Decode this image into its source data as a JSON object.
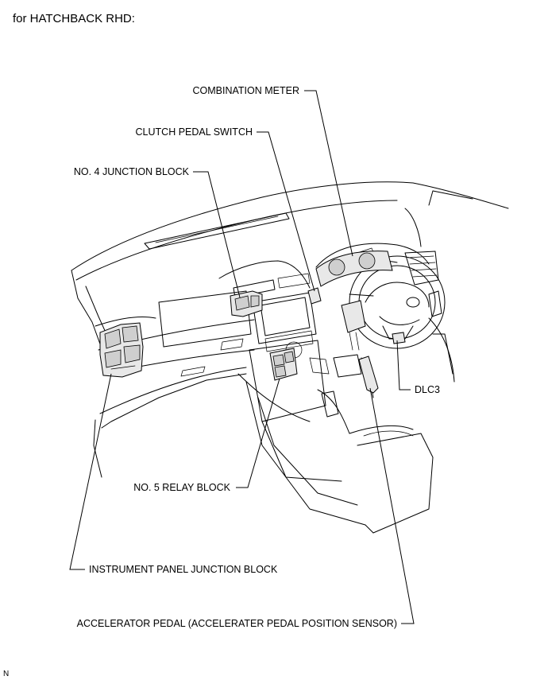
{
  "header": "for HATCHBACK RHD:",
  "corner_mark": "N",
  "labels": {
    "combination_meter": "COMBINATION METER",
    "clutch_pedal_switch": "CLUTCH PEDAL SWITCH",
    "no4_junction_block": "NO. 4 JUNCTION BLOCK",
    "dlc3": "DLC3",
    "no5_relay_block": "NO. 5 RELAY BLOCK",
    "instrument_panel_junction_block": "INSTRUMENT PANEL JUNCTION BLOCK",
    "accelerator_pedal": "ACCELERATOR PEDAL (ACCELERATER PEDAL POSITION SENSOR)"
  }
}
